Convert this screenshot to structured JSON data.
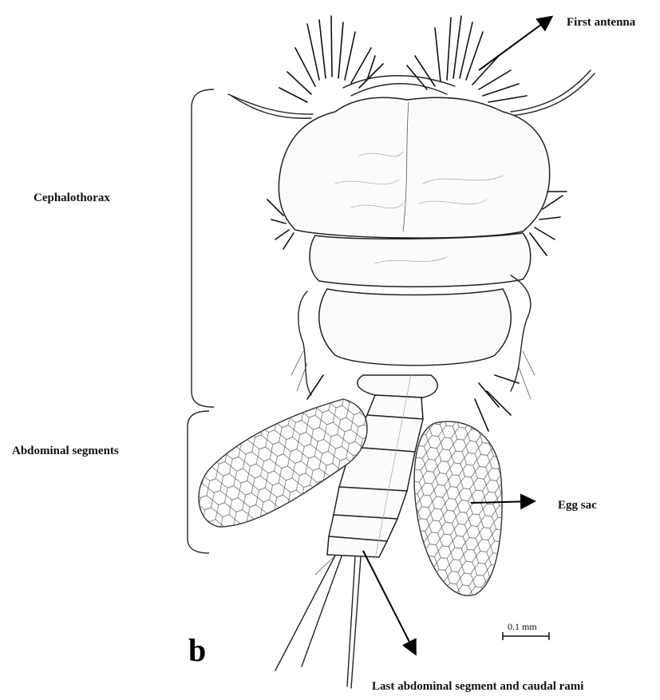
{
  "labels": {
    "first_antenna": "First antenna",
    "cephalothorax": "Cephalothorax",
    "abdominal_segments": "Abdominal segments",
    "egg_sac": "Egg sac",
    "last_segment": "Last abdominal segment and caudal rami",
    "panel": "b",
    "scale": "0.1 mm"
  }
}
